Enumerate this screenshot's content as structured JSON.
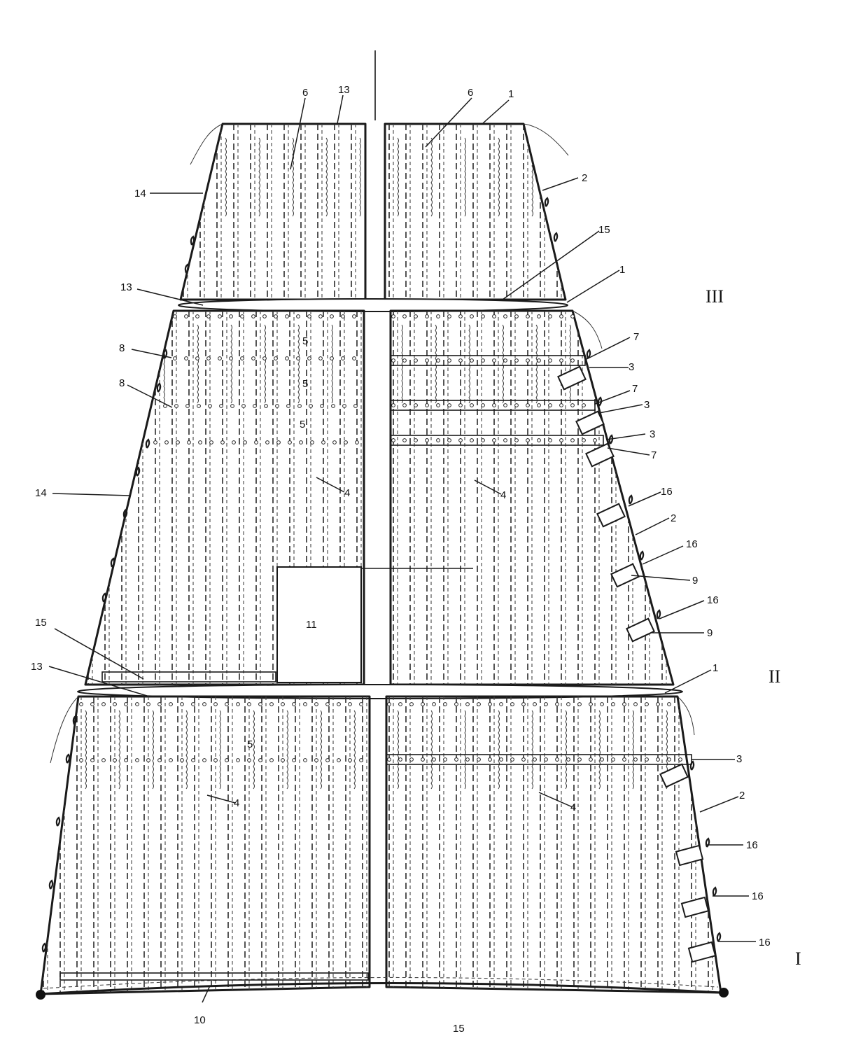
{
  "callouts": {
    "c1a": "1",
    "c1b": "1",
    "c1c": "1",
    "c2a": "2",
    "c2b": "2",
    "c2c": "2",
    "c3a": "3",
    "c3b": "3",
    "c3c": "3",
    "c3d": "3",
    "c4a": "4",
    "c4b": "4",
    "c4c": "4",
    "c4d": "4",
    "c5a": "5",
    "c5b": "5",
    "c5c": "5",
    "c5d": "5",
    "c6a": "6",
    "c6b": "6",
    "c7a": "7",
    "c7b": "7",
    "c7c": "7",
    "c8a": "8",
    "c8b": "8",
    "c9a": "9",
    "c9b": "9",
    "c10": "10",
    "c11": "11",
    "c13a": "13",
    "c13b": "13",
    "c13c": "13",
    "c14a": "14",
    "c14b": "14",
    "c15a": "15",
    "c15b": "15",
    "c15c": "15",
    "c16a": "16",
    "c16b": "16",
    "c16c": "16",
    "c16d": "16",
    "c16e": "16",
    "c16f": "16"
  },
  "sections": {
    "upper": "III",
    "middle": "II",
    "lower": "I"
  }
}
